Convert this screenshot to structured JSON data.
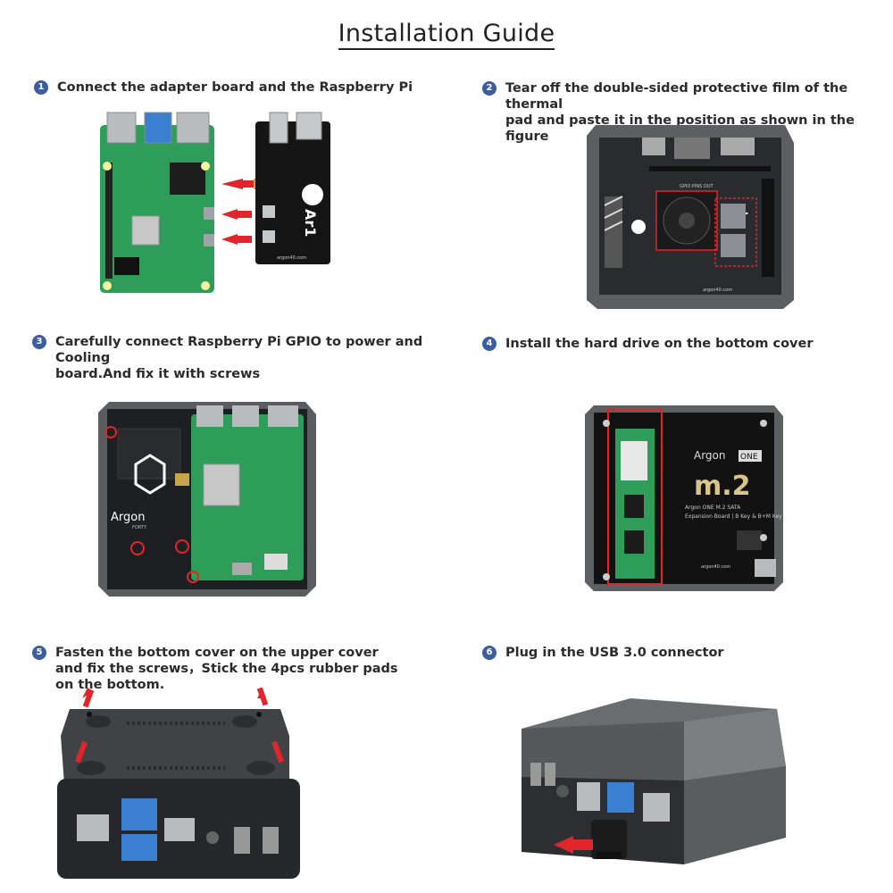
{
  "title": "Installation Guide",
  "steps": [
    {
      "num": "1",
      "text": "Connect the adapter board and the Raspberry Pi"
    },
    {
      "num": "2",
      "text": "Tear off the double-sided protective film of the thermal\npad and paste it in the position as shown in the figure"
    },
    {
      "num": "3",
      "text": "Carefully connect Raspberry Pi GPIO to power and Cooling\nboard.And fix it with screws"
    },
    {
      "num": "4",
      "text": "Install the hard drive on the bottom cover"
    },
    {
      "num": "5",
      "text": "Fasten the bottom cover on the upper cover\nand fix the screws，Stick the 4pcs rubber pads\non the bottom."
    },
    {
      "num": "6",
      "text": "Plug in the USB 3.0 connector"
    }
  ],
  "board_labels": {
    "ar1": "Ar1",
    "gpio": "GPIO PINS OUT",
    "website": "argon40.com",
    "argon": "Argon",
    "forty": "FORTY",
    "argon_one": "Argon",
    "one_badge": "ONE",
    "m2_logo": "m.2",
    "m2_desc1": "Argon ONE M.2 SATA",
    "m2_desc2": "Expansion Board | B Key & B+M Key"
  },
  "colors": {
    "accent": "#3d5e9e",
    "highlight_red": "#e0262a",
    "pcb_green": "#2f9d5a",
    "case_gray": "#6a6c70"
  }
}
